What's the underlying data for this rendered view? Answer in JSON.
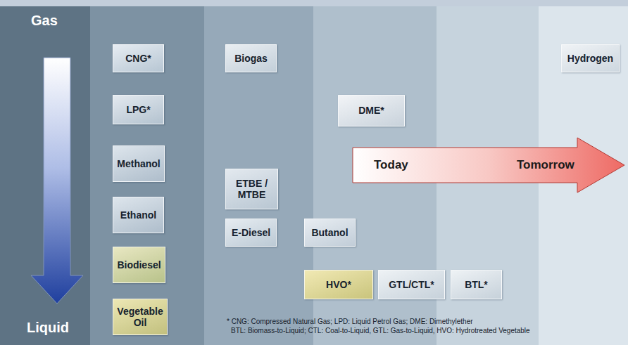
{
  "diagram": {
    "nodes": [
      {
        "text": [
          "CNG*"
        ]
      },
      {
        "text": [
          "Biogas"
        ]
      },
      {
        "text": [
          "Hydrogen"
        ]
      },
      {
        "text": [
          "LPG*"
        ]
      },
      {
        "text": [
          "DME*"
        ]
      },
      {
        "text": [
          "Today",
          "Tomorrow"
        ]
      },
      {
        "text": [
          "Methanol"
        ]
      },
      {
        "text": [
          "ETBE / MTBE"
        ]
      },
      {
        "text": [
          "Ethanol"
        ]
      },
      {
        "text": [
          "E-Diesel"
        ]
      },
      {
        "text": [
          "Butanol"
        ]
      },
      {
        "text": [
          "Biodiesel"
        ]
      },
      {
        "text": [
          "HVO*"
        ]
      },
      {
        "text": [
          "GTL/CTL*"
        ]
      },
      {
        "text": [
          "BTL*"
        ]
      },
      {
        "text": [
          "Vegetable Oil"
        ]
      }
    ],
    "labels": [
      "Gas",
      "Liquid",
      "* CNG: Compressed Natural Gas; LPD: Liquid Petrol Gas; DME: Dimethylether",
      "BTL: Biomass-to-Liquid; CTL: Coal-to-Liquid, GTL: Gas-to-Liquid, HVO: Hydrotreated Vegetable"
    ]
  }
}
